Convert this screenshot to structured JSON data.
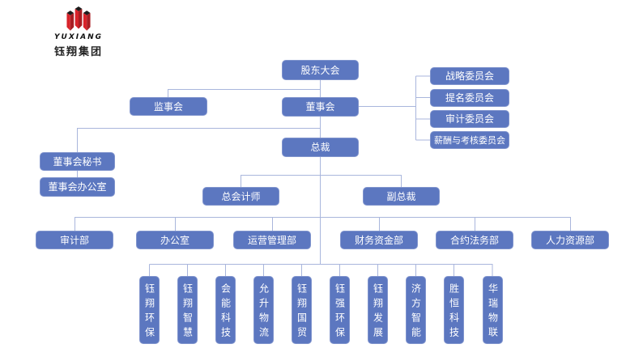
{
  "logo": {
    "brand_latin": "YUXIANG",
    "company_name": "钰翔集团"
  },
  "colors": {
    "node_fill": "#5C77C0",
    "node_border": "#8094CD",
    "connector_line": "#A9B6DC",
    "node_text": "#FFFFFF",
    "logo_red": "#D8232A",
    "logo_dark": "#1C1C1C"
  },
  "org": {
    "shareholders_meeting": "股东大会",
    "supervisory_board": "监事会",
    "board_of_directors": "董事会",
    "committees": [
      "战略委员会",
      "提名委员会",
      "审计委员会",
      "薪酬与考核委员会"
    ],
    "board_secretary": "董事会秘书",
    "board_office": "董事会办公室",
    "president": "总裁",
    "chief_accountant": "总会计师",
    "vice_president": "副总裁",
    "departments": [
      "审计部",
      "办公室",
      "运营管理部",
      "财务资金部",
      "合约法务部",
      "人力资源部"
    ],
    "subsidiaries": [
      "钰翔环保",
      "钰翔智慧",
      "会能科技",
      "允升物流",
      "钰翔国贸",
      "钰强环保",
      "钰翔发展",
      "济方智能",
      "胜恒科技",
      "华瑞物联"
    ]
  }
}
